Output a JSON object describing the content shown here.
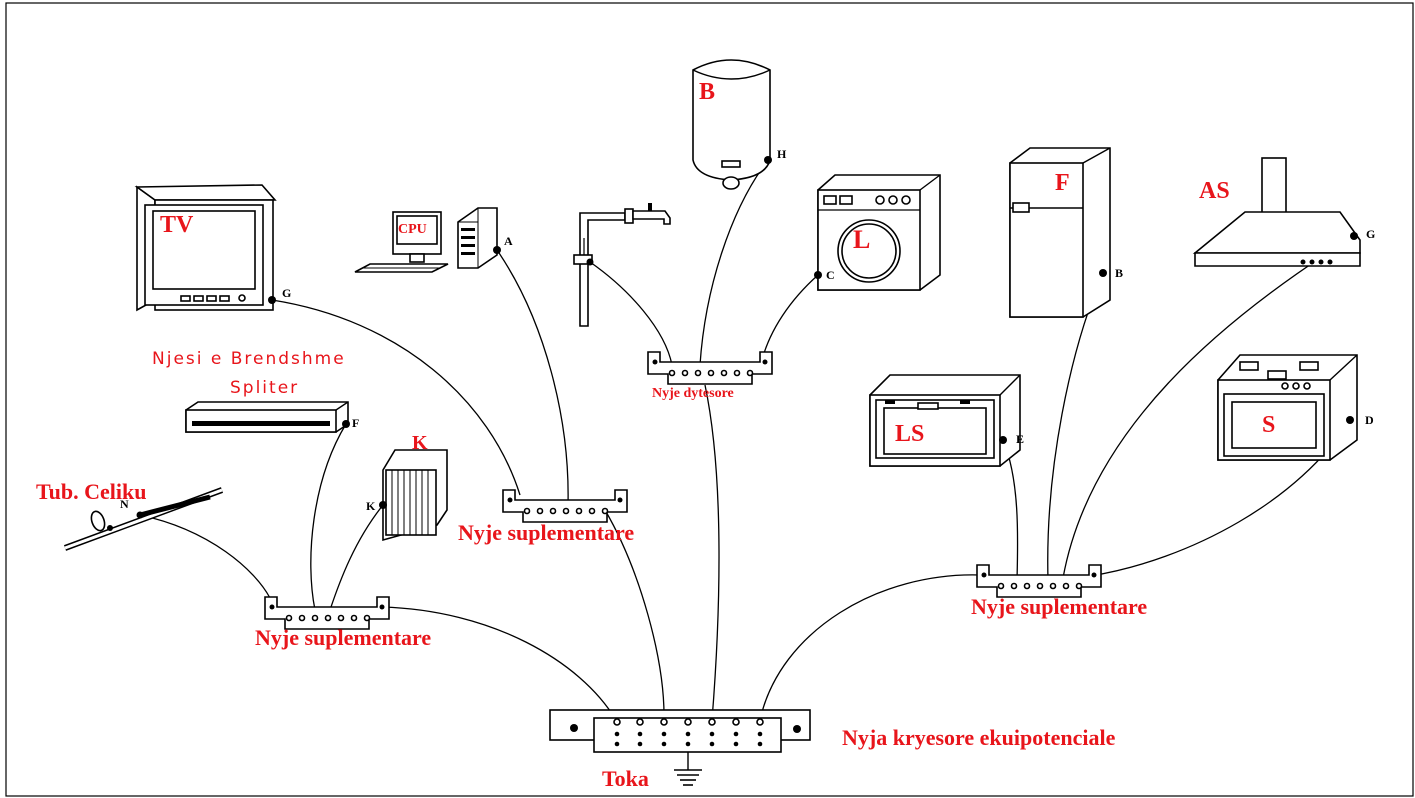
{
  "labels": {
    "tv": "TV",
    "cpu": "CPU",
    "boiler": "B",
    "washer": "L",
    "fridge": "F",
    "hood": "AS",
    "dishwasher": "LS",
    "stove": "S",
    "radiator": "K",
    "steel_pipe": "Tub. Celiku",
    "split_unit_line1": "Njesi e Brendshme",
    "split_unit_line2": "Spliter",
    "secondary_node": "Nyje dytesore",
    "supp_node_center": "Nyje suplementare",
    "supp_node_left": "Nyje suplementare",
    "supp_node_right": "Nyje suplementare",
    "main_node": "Nyja kryesore ekuipotenciale",
    "earth": "Toka"
  },
  "terminals": {
    "tv": "G",
    "cpu": "A",
    "boiler": "H",
    "washer": "C",
    "fridge": "B",
    "hood": "G",
    "dishwasher": "E",
    "stove": "D",
    "split_unit": "F",
    "radiator": "K",
    "steel_pipe": "N"
  },
  "colors": {
    "label": "#e8151b",
    "line": "#000000"
  }
}
